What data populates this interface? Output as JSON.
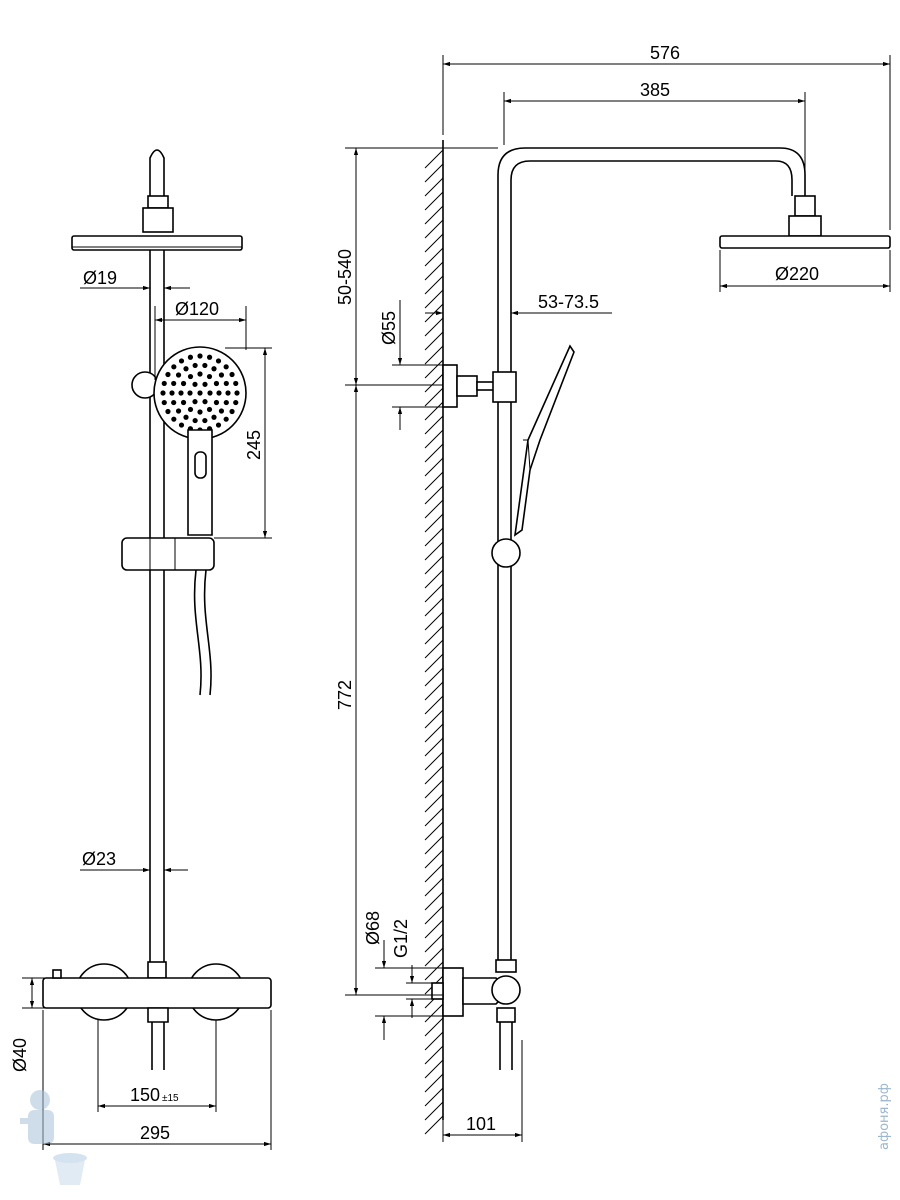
{
  "front_view": {
    "dims": {
      "d19": "Ø19",
      "d120": "Ø120",
      "h245": "245",
      "d23": "Ø23",
      "d40": "Ø40",
      "c150": "150",
      "c150_tol": "±15",
      "w295": "295"
    }
  },
  "side_view": {
    "dims": {
      "w576": "576",
      "w385": "385",
      "d220": "Ø220",
      "h50_540": "50-540",
      "o53_73": "53-73.5",
      "d55": "Ø55",
      "h772": "772",
      "d68": "Ø68",
      "g12": "G1/2",
      "w101": "101"
    }
  },
  "watermark": {
    "text": "афоня.рф"
  }
}
